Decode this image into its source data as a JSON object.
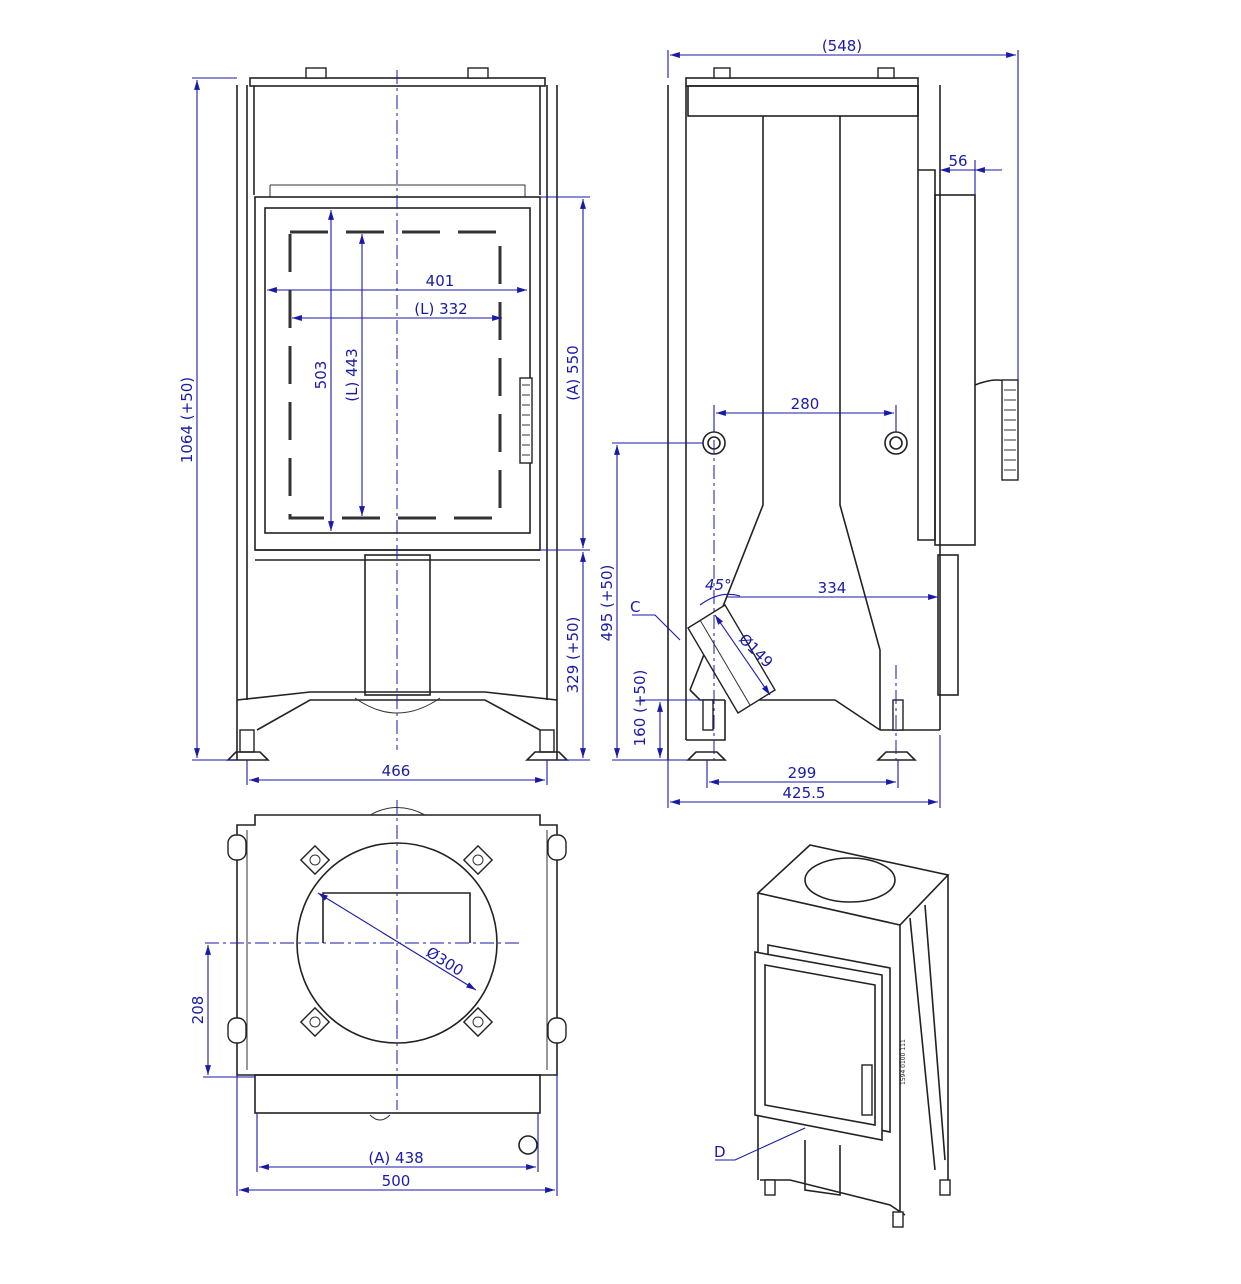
{
  "drawing": {
    "front_view": {
      "width_total": "1064 (+50)",
      "door_width": "401",
      "glass_width": "(L) 332",
      "door_height": "503",
      "glass_height": "(L) 443",
      "door_height_a": "(A) 550",
      "base_height": "329 (+50)",
      "bottom_width": "466"
    },
    "side_view": {
      "depth_total": "(548)",
      "handle_offset": "56",
      "outlet_spacing": "280",
      "angle": "45°",
      "outlet_depth": "334",
      "label_c": "C",
      "outlet_diameter": "Ø149",
      "outlet_height": "495 (+50)",
      "air_inlet_height": "160 (+50)",
      "feet_spacing": "299",
      "base_depth": "425.5"
    },
    "top_view": {
      "flue_diameter": "Ø300",
      "flue_offset": "208",
      "door_width_a": "(A) 438",
      "total_width": "500"
    },
    "iso_view": {
      "label_d": "D",
      "plate_text": "1594 0100 111"
    }
  }
}
